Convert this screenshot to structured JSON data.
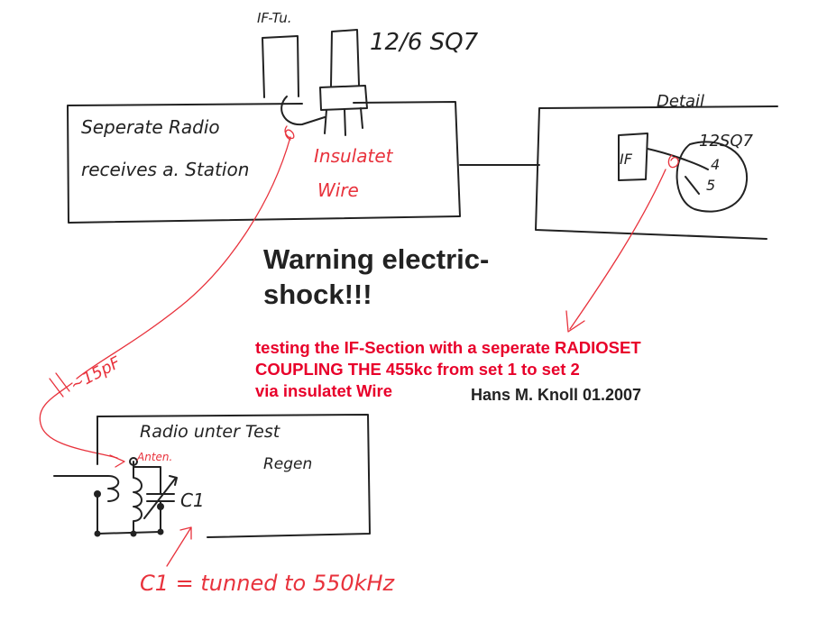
{
  "labels": {
    "if_tube": "IF-Tu.",
    "tube_12sq7": "12/6 SQ7",
    "separate_radio_line1": "Seperate Radio",
    "separate_radio_line2": "receives a. Station",
    "insulated_line1": "Insulatet",
    "insulated_line2": "Wire",
    "detail": "Detail",
    "detail_tube": "12SQ7",
    "detail_if": "IF",
    "pin4": "4",
    "pin5": "5",
    "capacitor": "~15pF",
    "radio_under_test": "Radio unter Test",
    "regen": "Regen",
    "antenna": "Anten.",
    "c1": "C1",
    "c1_note": "C1 = tunned to 550kHz"
  },
  "warning": {
    "line1": "Warning electric-",
    "line2": "shock!!!"
  },
  "caption": {
    "line1": "testing the IF-Section with a seperate RADIOSET",
    "line2": "COUPLING THE 455kc from set 1 to set 2",
    "line3": "via insulatet Wire"
  },
  "author": "Hans M. Knoll 01.2007",
  "colors": {
    "ink": "#222222",
    "red_pen": "#e8323c",
    "red_caption": "#e8002a"
  }
}
